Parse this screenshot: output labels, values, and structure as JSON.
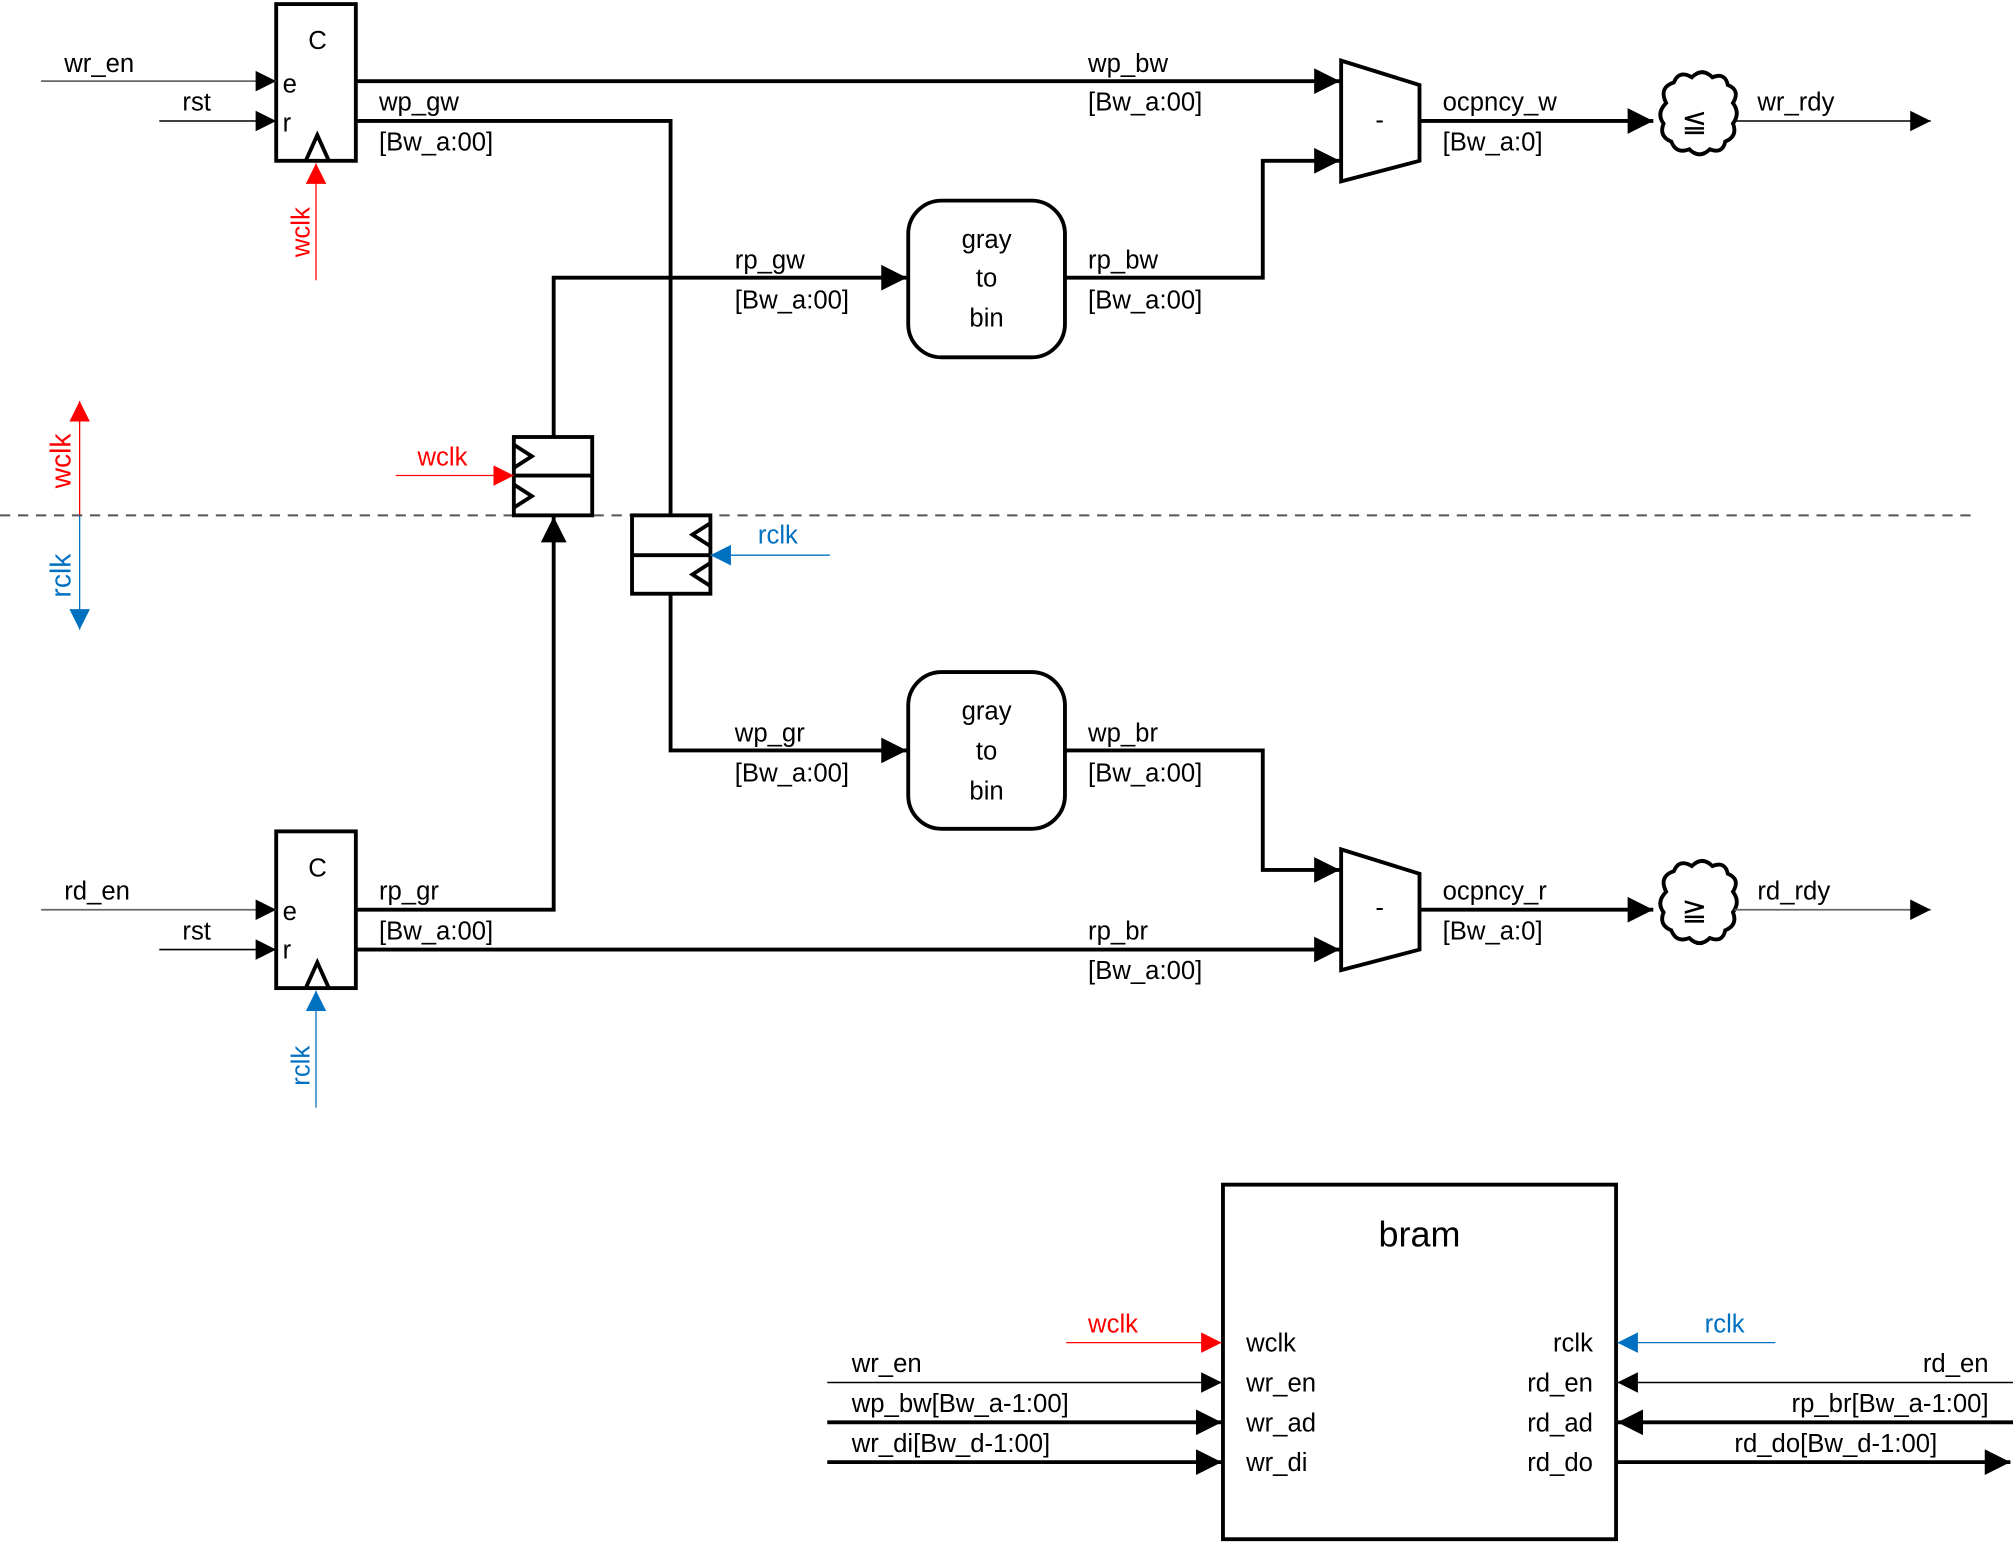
{
  "colors": {
    "wclk": "#ff0000",
    "rclk": "#0070c0",
    "wire": "#000000",
    "divider": "#555555"
  },
  "domains": {
    "upper_label": "wclk",
    "lower_label": "rclk"
  },
  "write_counter": {
    "symbol": "C",
    "pin_e": "e",
    "pin_r": "r",
    "enable_input": "wr_en",
    "reset_input": "rst",
    "clock_input": "wclk",
    "output_name": "wp_gw",
    "output_width": "[Bw_a:00]"
  },
  "read_counter": {
    "symbol": "C",
    "pin_e": "e",
    "pin_r": "r",
    "enable_input": "rd_en",
    "reset_input": "rst",
    "clock_input": "rclk",
    "output_name": "rp_gr",
    "output_width": "[Bw_a:00]"
  },
  "sync_w": {
    "clock_label": "wclk"
  },
  "sync_r": {
    "clock_label": "rclk"
  },
  "signals": {
    "wp_bw": {
      "name": "wp_bw",
      "width": "[Bw_a:00]"
    },
    "rp_gw": {
      "name": "rp_gw",
      "width": "[Bw_a:00]"
    },
    "rp_bw": {
      "name": "rp_bw",
      "width": "[Bw_a:00]"
    },
    "wp_gr": {
      "name": "wp_gr",
      "width": "[Bw_a:00]"
    },
    "wp_br": {
      "name": "wp_br",
      "width": "[Bw_a:00]"
    },
    "rp_br": {
      "name": "rp_br",
      "width": "[Bw_a:00]"
    },
    "ocpncy_w": {
      "name": "ocpncy_w",
      "width": "[Bw_a:0]"
    },
    "ocpncy_r": {
      "name": "ocpncy_r",
      "width": "[Bw_a:0]"
    }
  },
  "g2b_upper": {
    "line1": "gray",
    "line2": "to",
    "line3": "bin"
  },
  "g2b_lower": {
    "line1": "gray",
    "line2": "to",
    "line3": "bin"
  },
  "sub_upper": {
    "op": "-"
  },
  "sub_lower": {
    "op": "-"
  },
  "cmp_upper": {
    "op": "≦",
    "output": "wr_rdy"
  },
  "cmp_lower": {
    "op": "≧",
    "output": "rd_rdy"
  },
  "bram": {
    "title": "bram",
    "left_ports": [
      "wclk",
      "wr_en",
      "wr_ad",
      "wr_di"
    ],
    "right_ports": [
      "rclk",
      "rd_en",
      "rd_ad",
      "rd_do"
    ],
    "left_signals": {
      "clk": "wclk",
      "en": "wr_en",
      "ad": "wp_bw[Bw_a-1:00]",
      "di": "wr_di[Bw_d-1:00]"
    },
    "right_signals": {
      "clk": "rclk",
      "en": "rd_en",
      "ad": "rp_br[Bw_a-1:00]",
      "do": "rd_do[Bw_d-1:00]"
    }
  }
}
